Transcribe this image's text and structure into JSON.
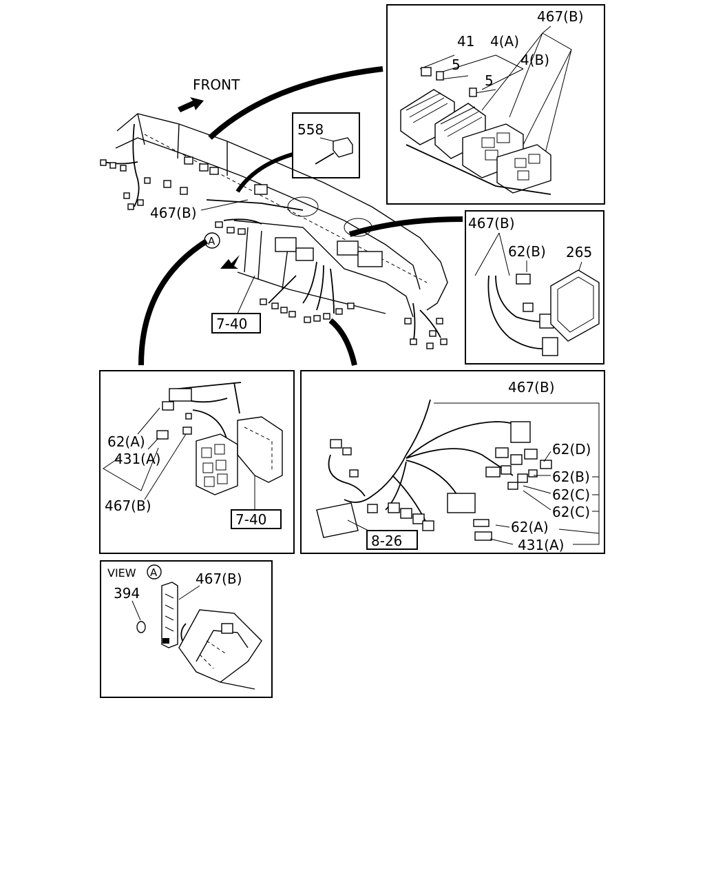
{
  "main": {
    "front_label": "FRONT",
    "label_467b": "467(B)",
    "view_marker": "A",
    "ref_7_40": "7-40"
  },
  "panel_fuse": {
    "label_467b": "467(B)",
    "label_41": "41",
    "label_4a": "4(A)",
    "label_5a": "5",
    "label_4b": "4(B)",
    "label_5b": "5"
  },
  "panel_558": {
    "label": "558"
  },
  "panel_265": {
    "label_467b": "467(B)",
    "label_62b": "62(B)",
    "label_265": "265"
  },
  "panel_left": {
    "label_62a": "62(A)",
    "label_431a": "431(A)",
    "label_467b": "467(B)",
    "ref_7_40": "7-40"
  },
  "panel_right": {
    "label_467b": "467(B)",
    "label_62d": "62(D)",
    "label_62b": "62(B)",
    "label_62c1": "62(C)",
    "label_62c2": "62(C)",
    "label_62a": "62(A)",
    "label_431a": "431(A)",
    "ref_8_26": "8-26"
  },
  "panel_view": {
    "view_label": "VIEW",
    "view_marker": "A",
    "label_467b": "467(B)",
    "label_394": "394"
  }
}
